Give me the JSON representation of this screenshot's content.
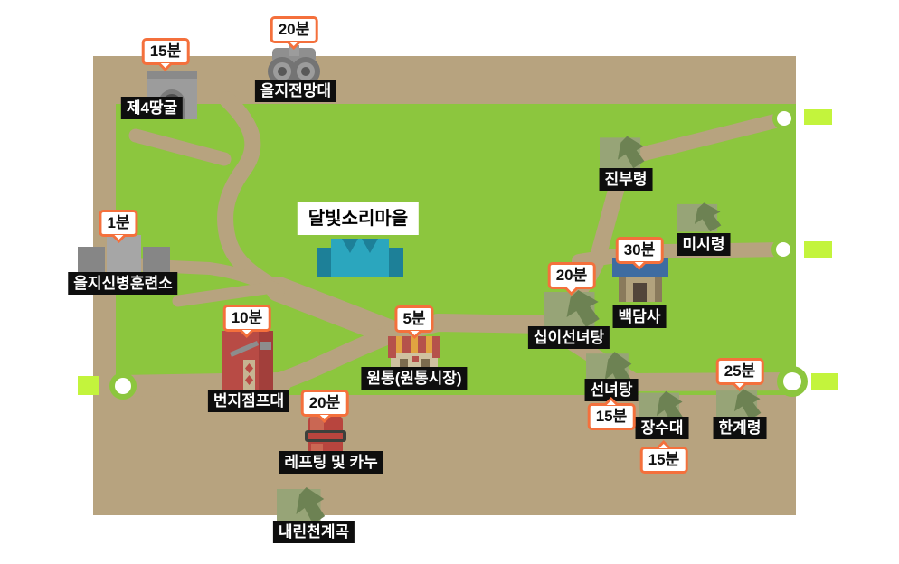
{
  "village": {
    "label": "달빛소리마을"
  },
  "locations": [
    {
      "id": "fourth-tunnel",
      "label": "제4땅굴",
      "time": "15분",
      "icon": "tunnel-icon"
    },
    {
      "id": "eulji-observatory",
      "label": "을지전망대",
      "time": "20분",
      "icon": "binoculars-icon"
    },
    {
      "id": "eulji-training-center",
      "label": "을지신병훈련소",
      "time": "1분",
      "icon": "barracks-icon"
    },
    {
      "id": "jinburyeong",
      "label": "진부령",
      "time": null,
      "icon": "mountain-icon"
    },
    {
      "id": "misiryeong",
      "label": "미시령",
      "time": null,
      "icon": "mountain-icon"
    },
    {
      "id": "baekdamsa",
      "label": "백담사",
      "time": "30분",
      "icon": "temple-icon"
    },
    {
      "id": "sibi-seonnyeotang",
      "label": "십이선녀탕",
      "time": "20분",
      "icon": "mountain-icon"
    },
    {
      "id": "wontong-market",
      "label": "원통(원통시장)",
      "time": "5분",
      "icon": "market-icon"
    },
    {
      "id": "bungee-jump",
      "label": "번지점프대",
      "time": "10분",
      "icon": "tower-icon"
    },
    {
      "id": "rafting-canoe",
      "label": "레프팅 및 카누",
      "time": "20분",
      "icon": "raft-icon"
    },
    {
      "id": "naerincheon-valley",
      "label": "내린천계곡",
      "time": null,
      "icon": "mountain-icon"
    },
    {
      "id": "seonnyeotang",
      "label": "선녀탕",
      "time": "15분",
      "icon": "mountain-icon"
    },
    {
      "id": "jangsudae",
      "label": "장수대",
      "time": "15분",
      "icon": "mountain-icon"
    },
    {
      "id": "hangyeryeong",
      "label": "한계령",
      "time": "25분",
      "icon": "mountain-icon"
    }
  ],
  "exits": [
    {
      "side": "west"
    },
    {
      "side": "north-east"
    },
    {
      "side": "east"
    },
    {
      "side": "south-east"
    }
  ],
  "colors": {
    "badge_orange": "#f4703c",
    "map_green": "#8cc63e",
    "road_tan": "#b7a37f",
    "connector_lime": "#c3f43c",
    "label_bg": "#0e0e0e",
    "label_text": "#ffffff",
    "village_teal": "#2ba6be",
    "temple_roof_blue": "#3e6ca1",
    "tower_red": "#b84b45",
    "mountain_sage": "#97a477"
  }
}
